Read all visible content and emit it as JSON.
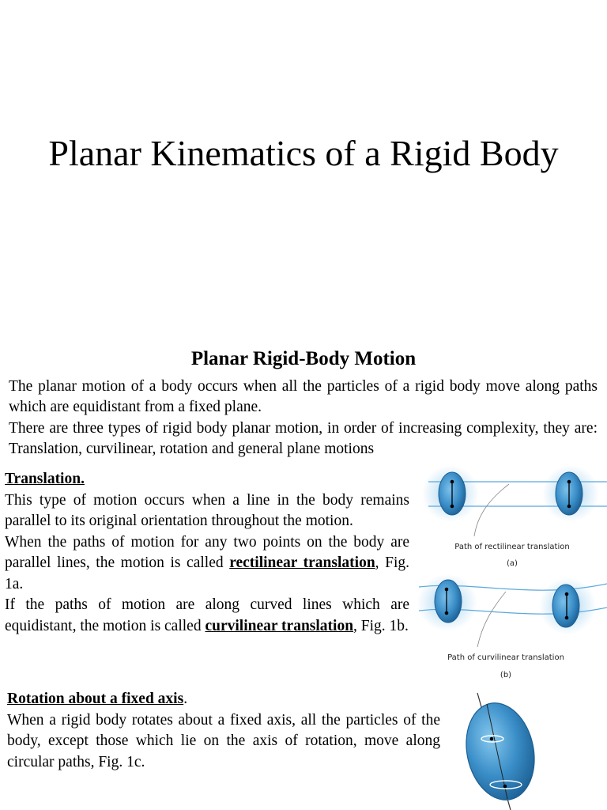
{
  "slide": {
    "title": "Planar Kinematics of a Rigid Body"
  },
  "section": {
    "heading": "Planar Rigid-Body Motion",
    "paragraph1": "The planar motion of a body occurs when all the particles of a rigid body move along paths which are equidistant from a fixed plane.",
    "paragraph2": "There are three types of rigid body planar motion, in order of increasing complexity, they are: Translation, curvilinear, rotation and general plane motions"
  },
  "translation": {
    "heading": "Translation.",
    "text1": "This type of motion occurs when a line in the body remains parallel to its original orientation throughout the motion.",
    "text2_pre": "When the paths of motion for any two points on the body are parallel lines, the motion is called ",
    "text2_term": "rectilinear translation",
    "text2_post": ", Fig. 1a.",
    "text3_pre": "If the paths of motion are along curved lines which are equidistant, the motion is called ",
    "text3_term": "curvilinear translation",
    "text3_post": ", Fig. 1b."
  },
  "rotation": {
    "heading": "Rotation about a fixed axis",
    "heading_post": ".",
    "text": "When a rigid body rotates about a fixed axis, all the particles of the body, except those which lie on the axis of rotation, move along circular paths, Fig. 1c."
  },
  "figures": {
    "a": {
      "caption": "Path of rectilinear translation",
      "label": "(a)"
    },
    "b": {
      "caption": "Path of curvilinear translation",
      "label": "(b)"
    }
  },
  "colors": {
    "body": "#3a8ec8",
    "body_dark": "#1c5f93",
    "glow": "#9fd0ef",
    "path": "#5aa9dd"
  }
}
